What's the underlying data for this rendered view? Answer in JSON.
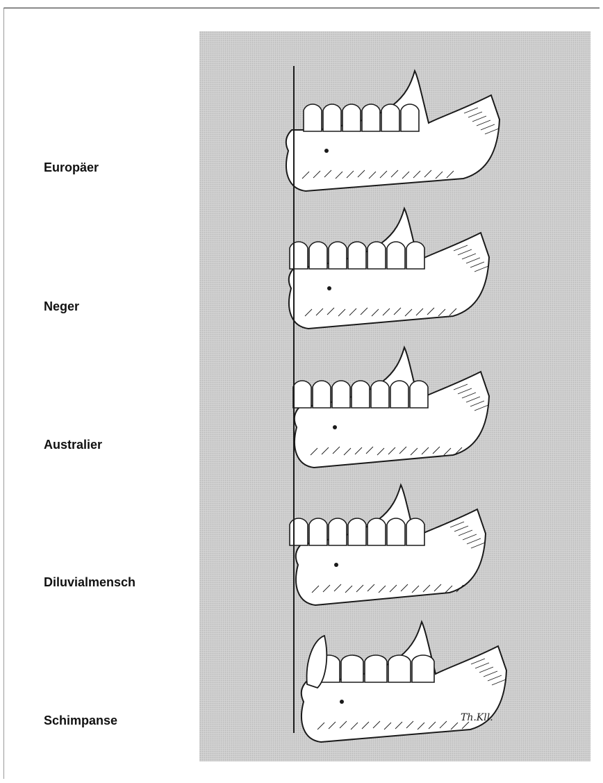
{
  "figure": {
    "labels": [
      {
        "id": "europaeer",
        "text": "Europäer"
      },
      {
        "id": "neger",
        "text": "Neger"
      },
      {
        "id": "australier",
        "text": "Australier"
      },
      {
        "id": "diluvialmensch",
        "text": "Diluvialmensch"
      },
      {
        "id": "schimpanse",
        "text": "Schimpanse"
      }
    ],
    "signature": "Th.Kll."
  },
  "colors": {
    "plate": "#d2d2d2",
    "ink": "#1a1a1a",
    "bone": "#ffffff"
  },
  "icons": [
    "mandible-drawing"
  ]
}
